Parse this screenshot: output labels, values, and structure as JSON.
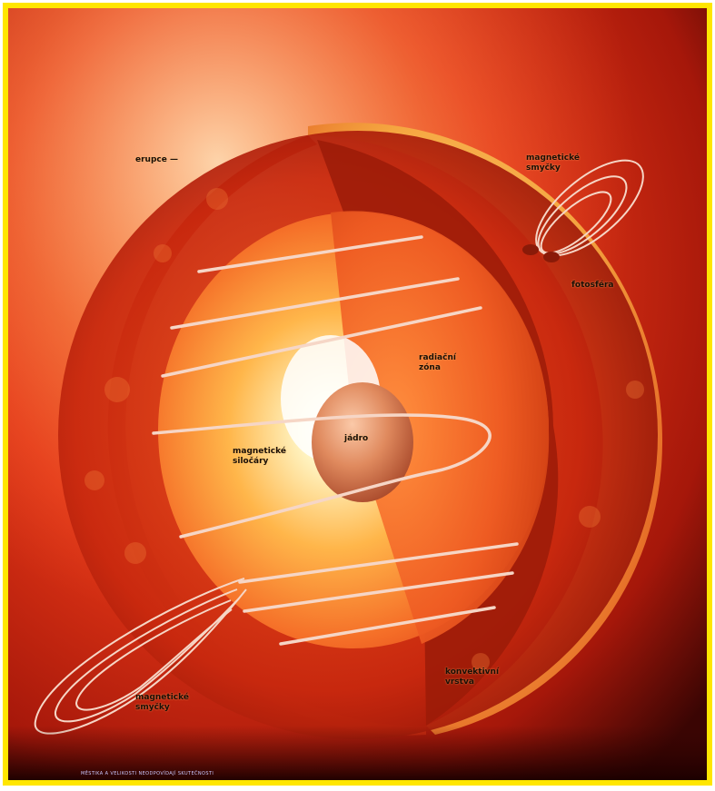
{
  "labels": {
    "erupce": "erupce —",
    "magneticke_smycky_top": "magnetické\nsmyčky",
    "fotosfera": "fotosféra",
    "radiacni_zona": "radiační\nzóna",
    "jadro": "jádro",
    "magneticke_silocary": "magnetické\nsiločáry",
    "konvektivni_vrstva": "konvektivní\nvrstva",
    "magneticke_smycky_bottom": "magnetické\nsmyčky"
  },
  "footer": "MĚSTIKA A VELIKOSTI NEODPOVÍDAJÍ SKUTEČNOSTI",
  "colors": {
    "frame": "#ffe600",
    "sun_outer": "#e8351a",
    "photosphere": "#f5a640",
    "convective": "#b8200c",
    "radiative": "#f2602a",
    "core": "#d8764d",
    "loops": "#f6d6c6"
  }
}
